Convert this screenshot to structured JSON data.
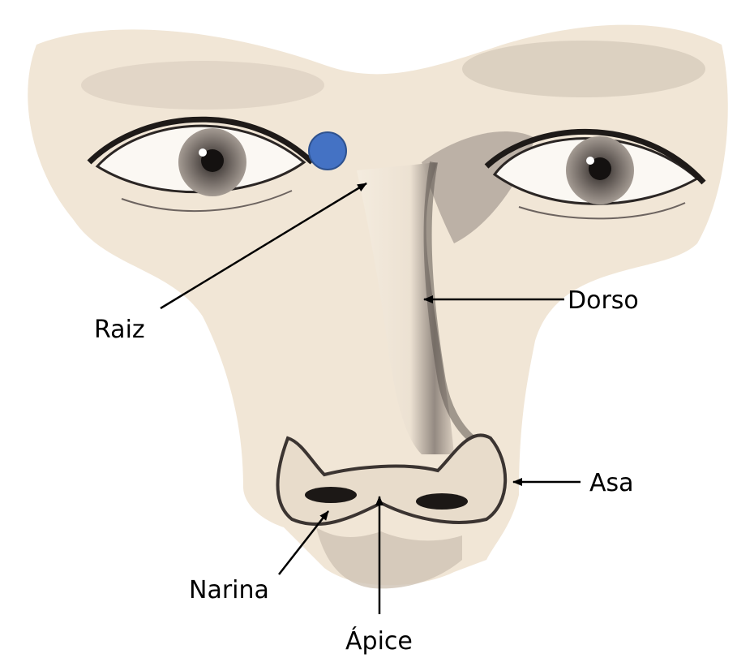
{
  "diagram": {
    "labels": {
      "raiz": "Raiz",
      "dorso": "Dorso",
      "asa": "Asa",
      "narina": "Narina",
      "apice": "Ápice"
    },
    "marker": {
      "color": "#4472c4",
      "stroke": "#2f528f"
    },
    "colors": {
      "skin": "#f1e6d6",
      "skin_shadow": "#8a7f78",
      "ink": "#1e1a18",
      "arrow": "#000000"
    }
  }
}
